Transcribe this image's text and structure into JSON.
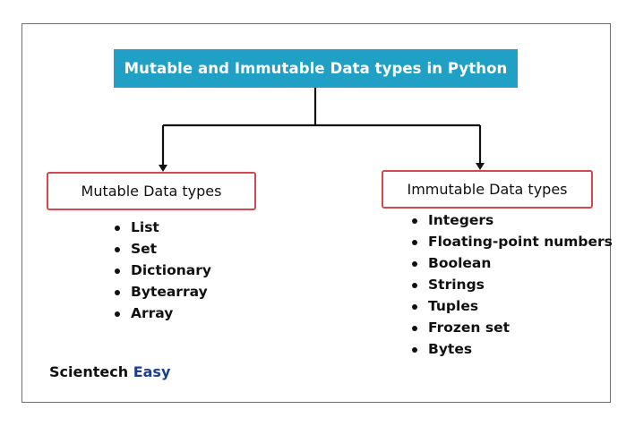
{
  "title": "Mutable and Immutable Data types in Python",
  "left_category": {
    "label": "Mutable Data types",
    "items": [
      "List",
      "Set",
      "Dictionary",
      "Bytearray",
      "Array"
    ]
  },
  "right_category": {
    "label": "Immutable Data types",
    "items": [
      "Integers",
      "Floating-point numbers",
      "Boolean",
      "Strings",
      "Tuples",
      "Frozen set",
      "Bytes"
    ]
  },
  "brand": {
    "part1": "Scientech",
    "part2": "Easy"
  },
  "colors": {
    "title_background": "#1fa0c4",
    "category_border": "#d3484e",
    "brand_accent": "#1b3f8e",
    "connector": "#111111"
  }
}
